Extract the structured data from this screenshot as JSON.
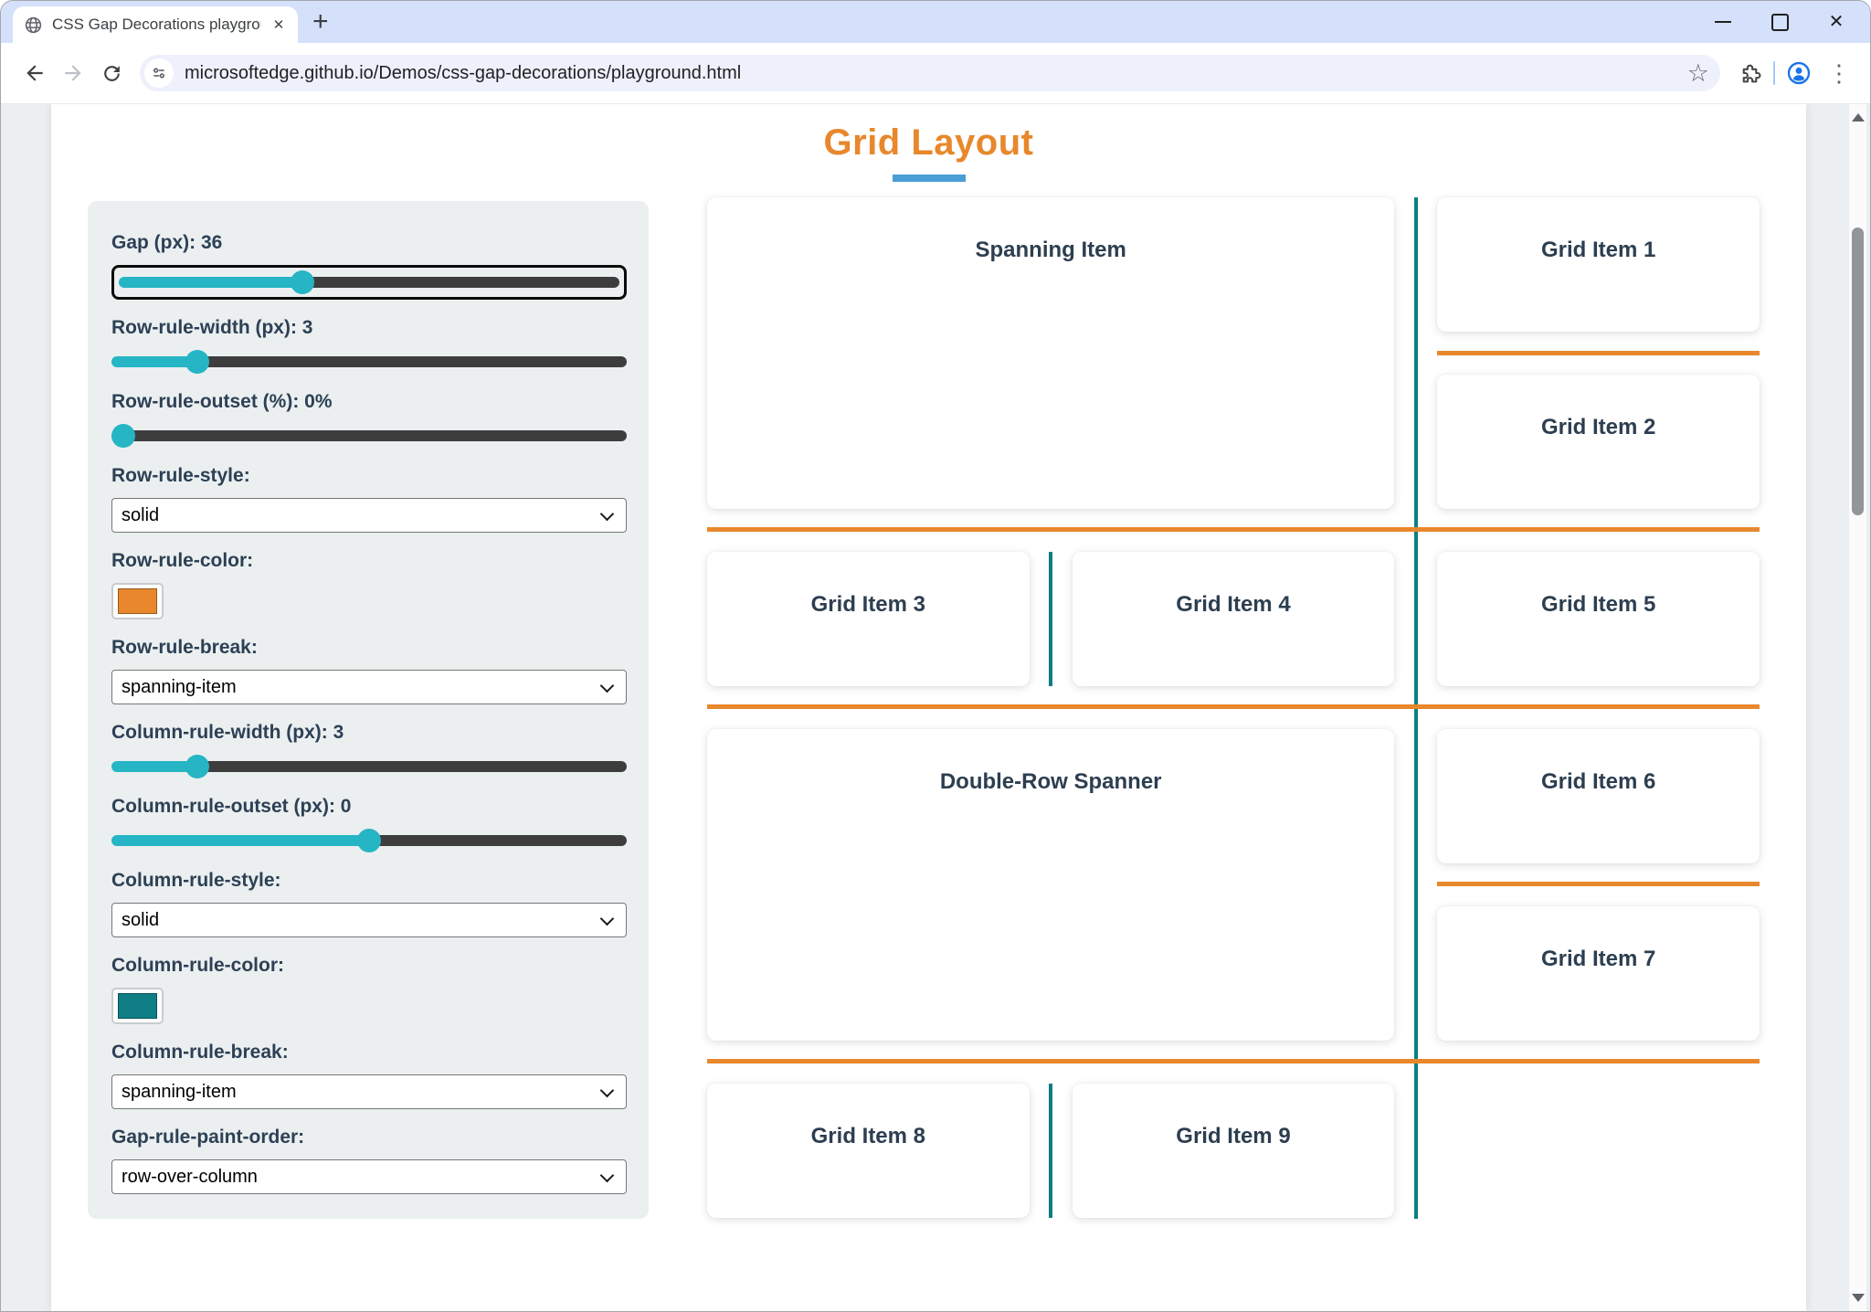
{
  "browser": {
    "tab": {
      "title": "CSS Gap Decorations playgroun"
    },
    "url": "microsoftedge.github.io/Demos/css-gap-decorations/playground.html",
    "icons": {
      "tab_close": "✕",
      "new_tab": "+",
      "star": "☆",
      "menu": "⋮",
      "window_close": "✕"
    }
  },
  "page": {
    "title": "Grid Layout"
  },
  "panel": {
    "gap": {
      "label": "Gap (px): 36",
      "value": 36,
      "min": 0,
      "max": 100
    },
    "row_rule_width": {
      "label": "Row-rule-width (px): 3",
      "value": 3,
      "min": 0,
      "max": 20
    },
    "row_rule_outset": {
      "label": "Row-rule-outset (%): 0%",
      "value": 0,
      "min": 0,
      "max": 100
    },
    "row_rule_style": {
      "label": "Row-rule-style:",
      "value": "solid"
    },
    "row_rule_color": {
      "label": "Row-rule-color:",
      "value": "#e8872b"
    },
    "row_rule_break": {
      "label": "Row-rule-break:",
      "value": "spanning-item"
    },
    "column_rule_width": {
      "label": "Column-rule-width (px): 3",
      "value": 3,
      "min": 0,
      "max": 20
    },
    "column_rule_outset": {
      "label": "Column-rule-outset (px): 0",
      "value": 0,
      "min": -50,
      "max": 50
    },
    "column_rule_style": {
      "label": "Column-rule-style:",
      "value": "solid"
    },
    "column_rule_color": {
      "label": "Column-rule-color:",
      "value": "#0e7e84"
    },
    "column_rule_break": {
      "label": "Column-rule-break:",
      "value": "spanning-item"
    },
    "gap_rule_paint_order": {
      "label": "Gap-rule-paint-order:",
      "value": "row-over-column"
    }
  },
  "grid": {
    "cards": [
      {
        "label": "Spanning Item"
      },
      {
        "label": "Grid Item 1"
      },
      {
        "label": "Grid Item 2"
      },
      {
        "label": "Grid Item 3"
      },
      {
        "label": "Grid Item 4"
      },
      {
        "label": "Grid Item 5"
      },
      {
        "label": "Double-Row Spanner"
      },
      {
        "label": "Grid Item 6"
      },
      {
        "label": "Grid Item 7"
      },
      {
        "label": "Grid Item 8"
      },
      {
        "label": "Grid Item 9"
      }
    ]
  },
  "colors": {
    "accent_orange": "#e8872b",
    "accent_teal": "#0e7e84",
    "title_underline": "#4a9ed6"
  }
}
